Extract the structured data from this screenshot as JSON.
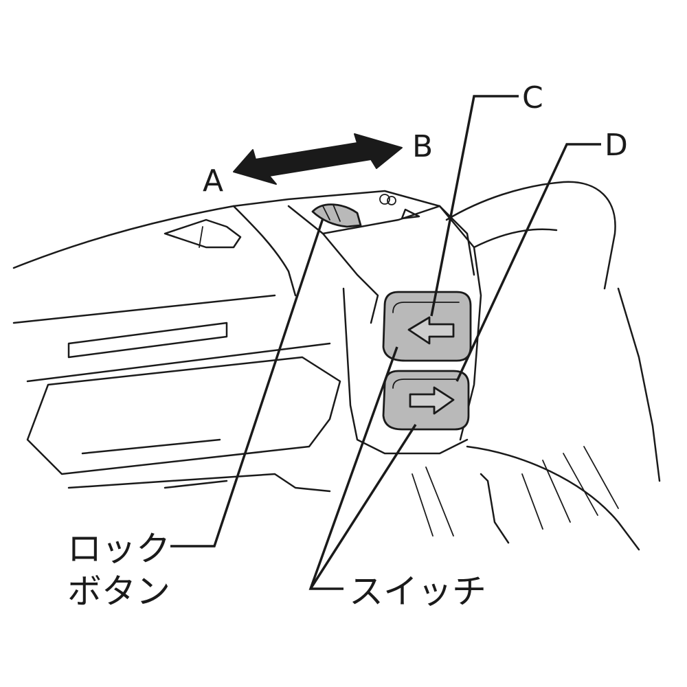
{
  "labels": {
    "a": "A",
    "b": "B",
    "c": "C",
    "d": "D",
    "lock_button_line1": "ロック",
    "lock_button_line2": "ボタン",
    "switch": "スイッチ"
  },
  "colors": {
    "line": "#1a1a1a",
    "switch_fill": "#b9b9b9",
    "background": "#ffffff"
  },
  "icons": {
    "left_switch": "left-arrow-icon",
    "right_switch": "right-arrow-icon",
    "slide_direction": "double-headed-arrow-icon"
  }
}
